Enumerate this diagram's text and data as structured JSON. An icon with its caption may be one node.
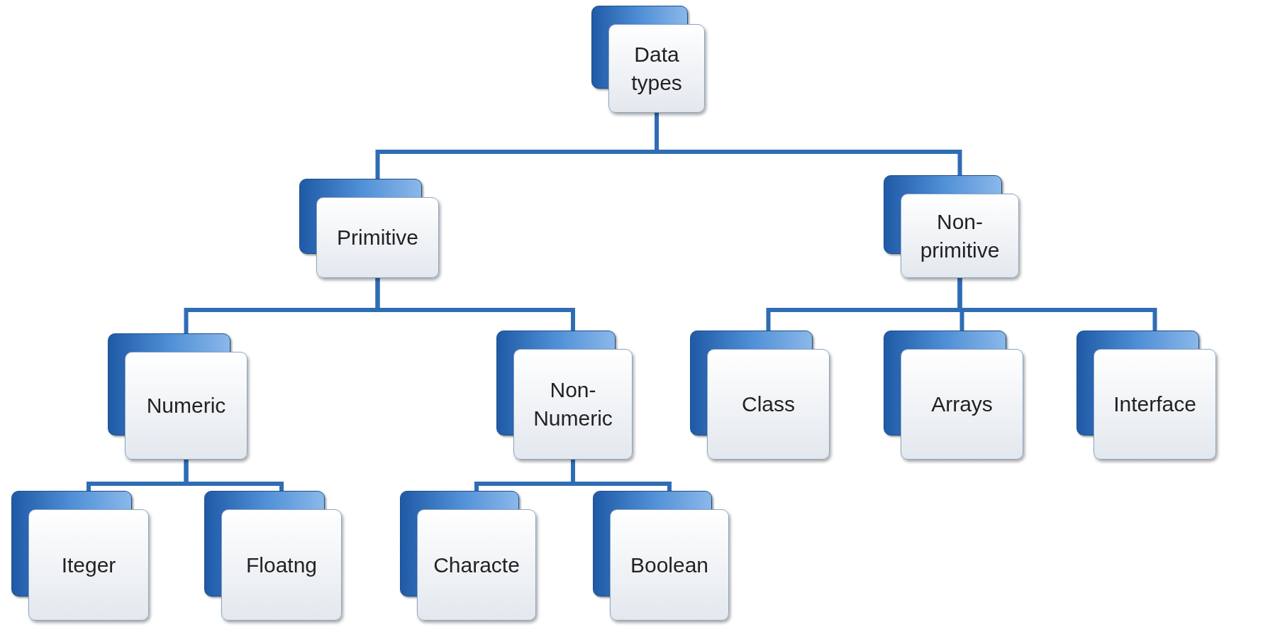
{
  "diagram": {
    "nodes": [
      {
        "text": [
          "Data types"
        ]
      },
      {
        "text": [
          "Primitive"
        ]
      },
      {
        "text": [
          "Non- primitive"
        ]
      },
      {
        "text": [
          "Numeric"
        ]
      },
      {
        "text": [
          "Non- Numeric"
        ]
      },
      {
        "text": [
          "Class"
        ]
      },
      {
        "text": [
          "Arrays"
        ]
      },
      {
        "text": [
          "Interface"
        ]
      },
      {
        "text": [
          "Iteger"
        ]
      },
      {
        "text": [
          "Floatng"
        ]
      },
      {
        "text": [
          "Characte"
        ]
      },
      {
        "text": [
          "Boolean"
        ]
      }
    ],
    "edges": [
      {
        "from": 0,
        "to": 1,
        "arrow": "none"
      },
      {
        "from": 0,
        "to": 2,
        "arrow": "none"
      },
      {
        "from": 1,
        "to": 3,
        "arrow": "none"
      },
      {
        "from": 1,
        "to": 4,
        "arrow": "none"
      },
      {
        "from": 2,
        "to": 5,
        "arrow": "none"
      },
      {
        "from": 2,
        "to": 6,
        "arrow": "none"
      },
      {
        "from": 2,
        "to": 7,
        "arrow": "none"
      },
      {
        "from": 3,
        "to": 8,
        "arrow": "none"
      },
      {
        "from": 3,
        "to": 9,
        "arrow": "none"
      },
      {
        "from": 4,
        "to": 10,
        "arrow": "none"
      },
      {
        "from": 4,
        "to": 11,
        "arrow": "none"
      }
    ]
  }
}
